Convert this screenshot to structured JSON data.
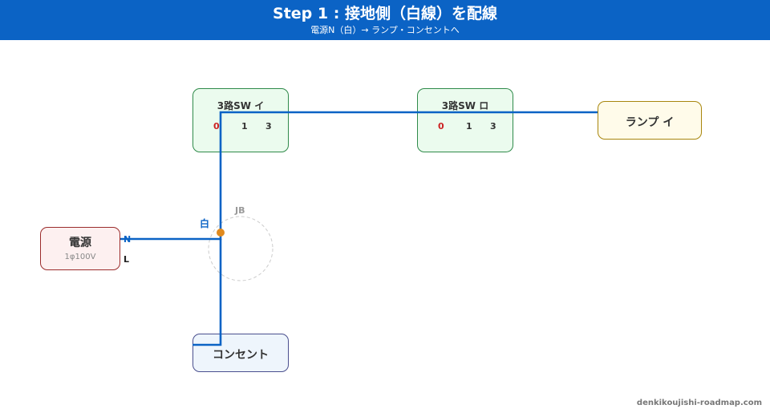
{
  "header": {
    "title": "Step 1 : 接地側（白線）を配線",
    "subtitle": "電源N（白）→ ランプ・コンセントへ"
  },
  "switch_a": {
    "label": "3路SW イ",
    "terminals": [
      "0",
      "1",
      "3"
    ]
  },
  "switch_b": {
    "label": "3路SW ロ",
    "terminals": [
      "0",
      "1",
      "3"
    ]
  },
  "lamp": {
    "label": "ランプ イ"
  },
  "power": {
    "label": "電源",
    "spec": "1φ100V",
    "terminal_n": "N",
    "terminal_l": "L"
  },
  "junction": {
    "label": "JB",
    "wire_label": "白"
  },
  "outlet": {
    "label": "コンセント"
  },
  "footer": {
    "site": "denkikoujishi-roadmap.com"
  },
  "colors": {
    "header": "#0b63c5",
    "wire": "#0b63c5",
    "junction_dot": "#e08a1e",
    "terminal_zero": "#cc2222"
  }
}
